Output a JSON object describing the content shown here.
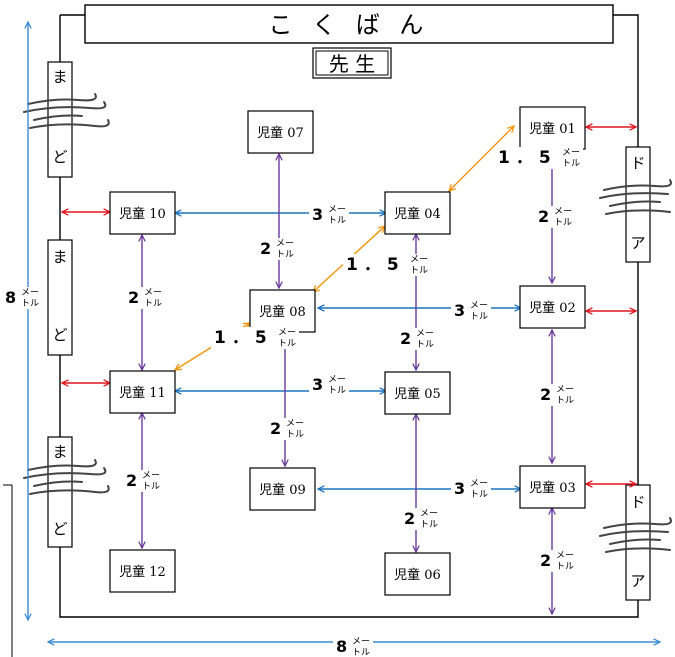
{
  "blackboard": "こ く ば ん",
  "teacher": "先 生",
  "students": {
    "s01": "児童 01",
    "s02": "児童 02",
    "s03": "児童 03",
    "s04": "児童 04",
    "s05": "児童 05",
    "s06": "児童 06",
    "s07": "児童 07",
    "s08": "児童 08",
    "s09": "児童 09",
    "s10": "児童 10",
    "s11": "児童 11",
    "s12": "児童 12"
  },
  "windows": [
    {
      "top": "ま",
      "bottom": "ど"
    },
    {
      "top": "ま",
      "bottom": "ど"
    },
    {
      "top": "ま",
      "bottom": "ど"
    }
  ],
  "doors": [
    {
      "top": "ド",
      "bottom": "ア"
    },
    {
      "top": "ド",
      "bottom": "ア"
    }
  ],
  "distance": {
    "two": "2",
    "three": "3",
    "one_five": "1．5",
    "eight": "8",
    "unit_top": "メー",
    "unit_bottom": "トル"
  },
  "colors": {
    "red": "#e0141e",
    "blue": "#1e73be",
    "purple": "#6a3a9c",
    "orange": "#f0960a",
    "lightblue": "#3c8cd2"
  }
}
